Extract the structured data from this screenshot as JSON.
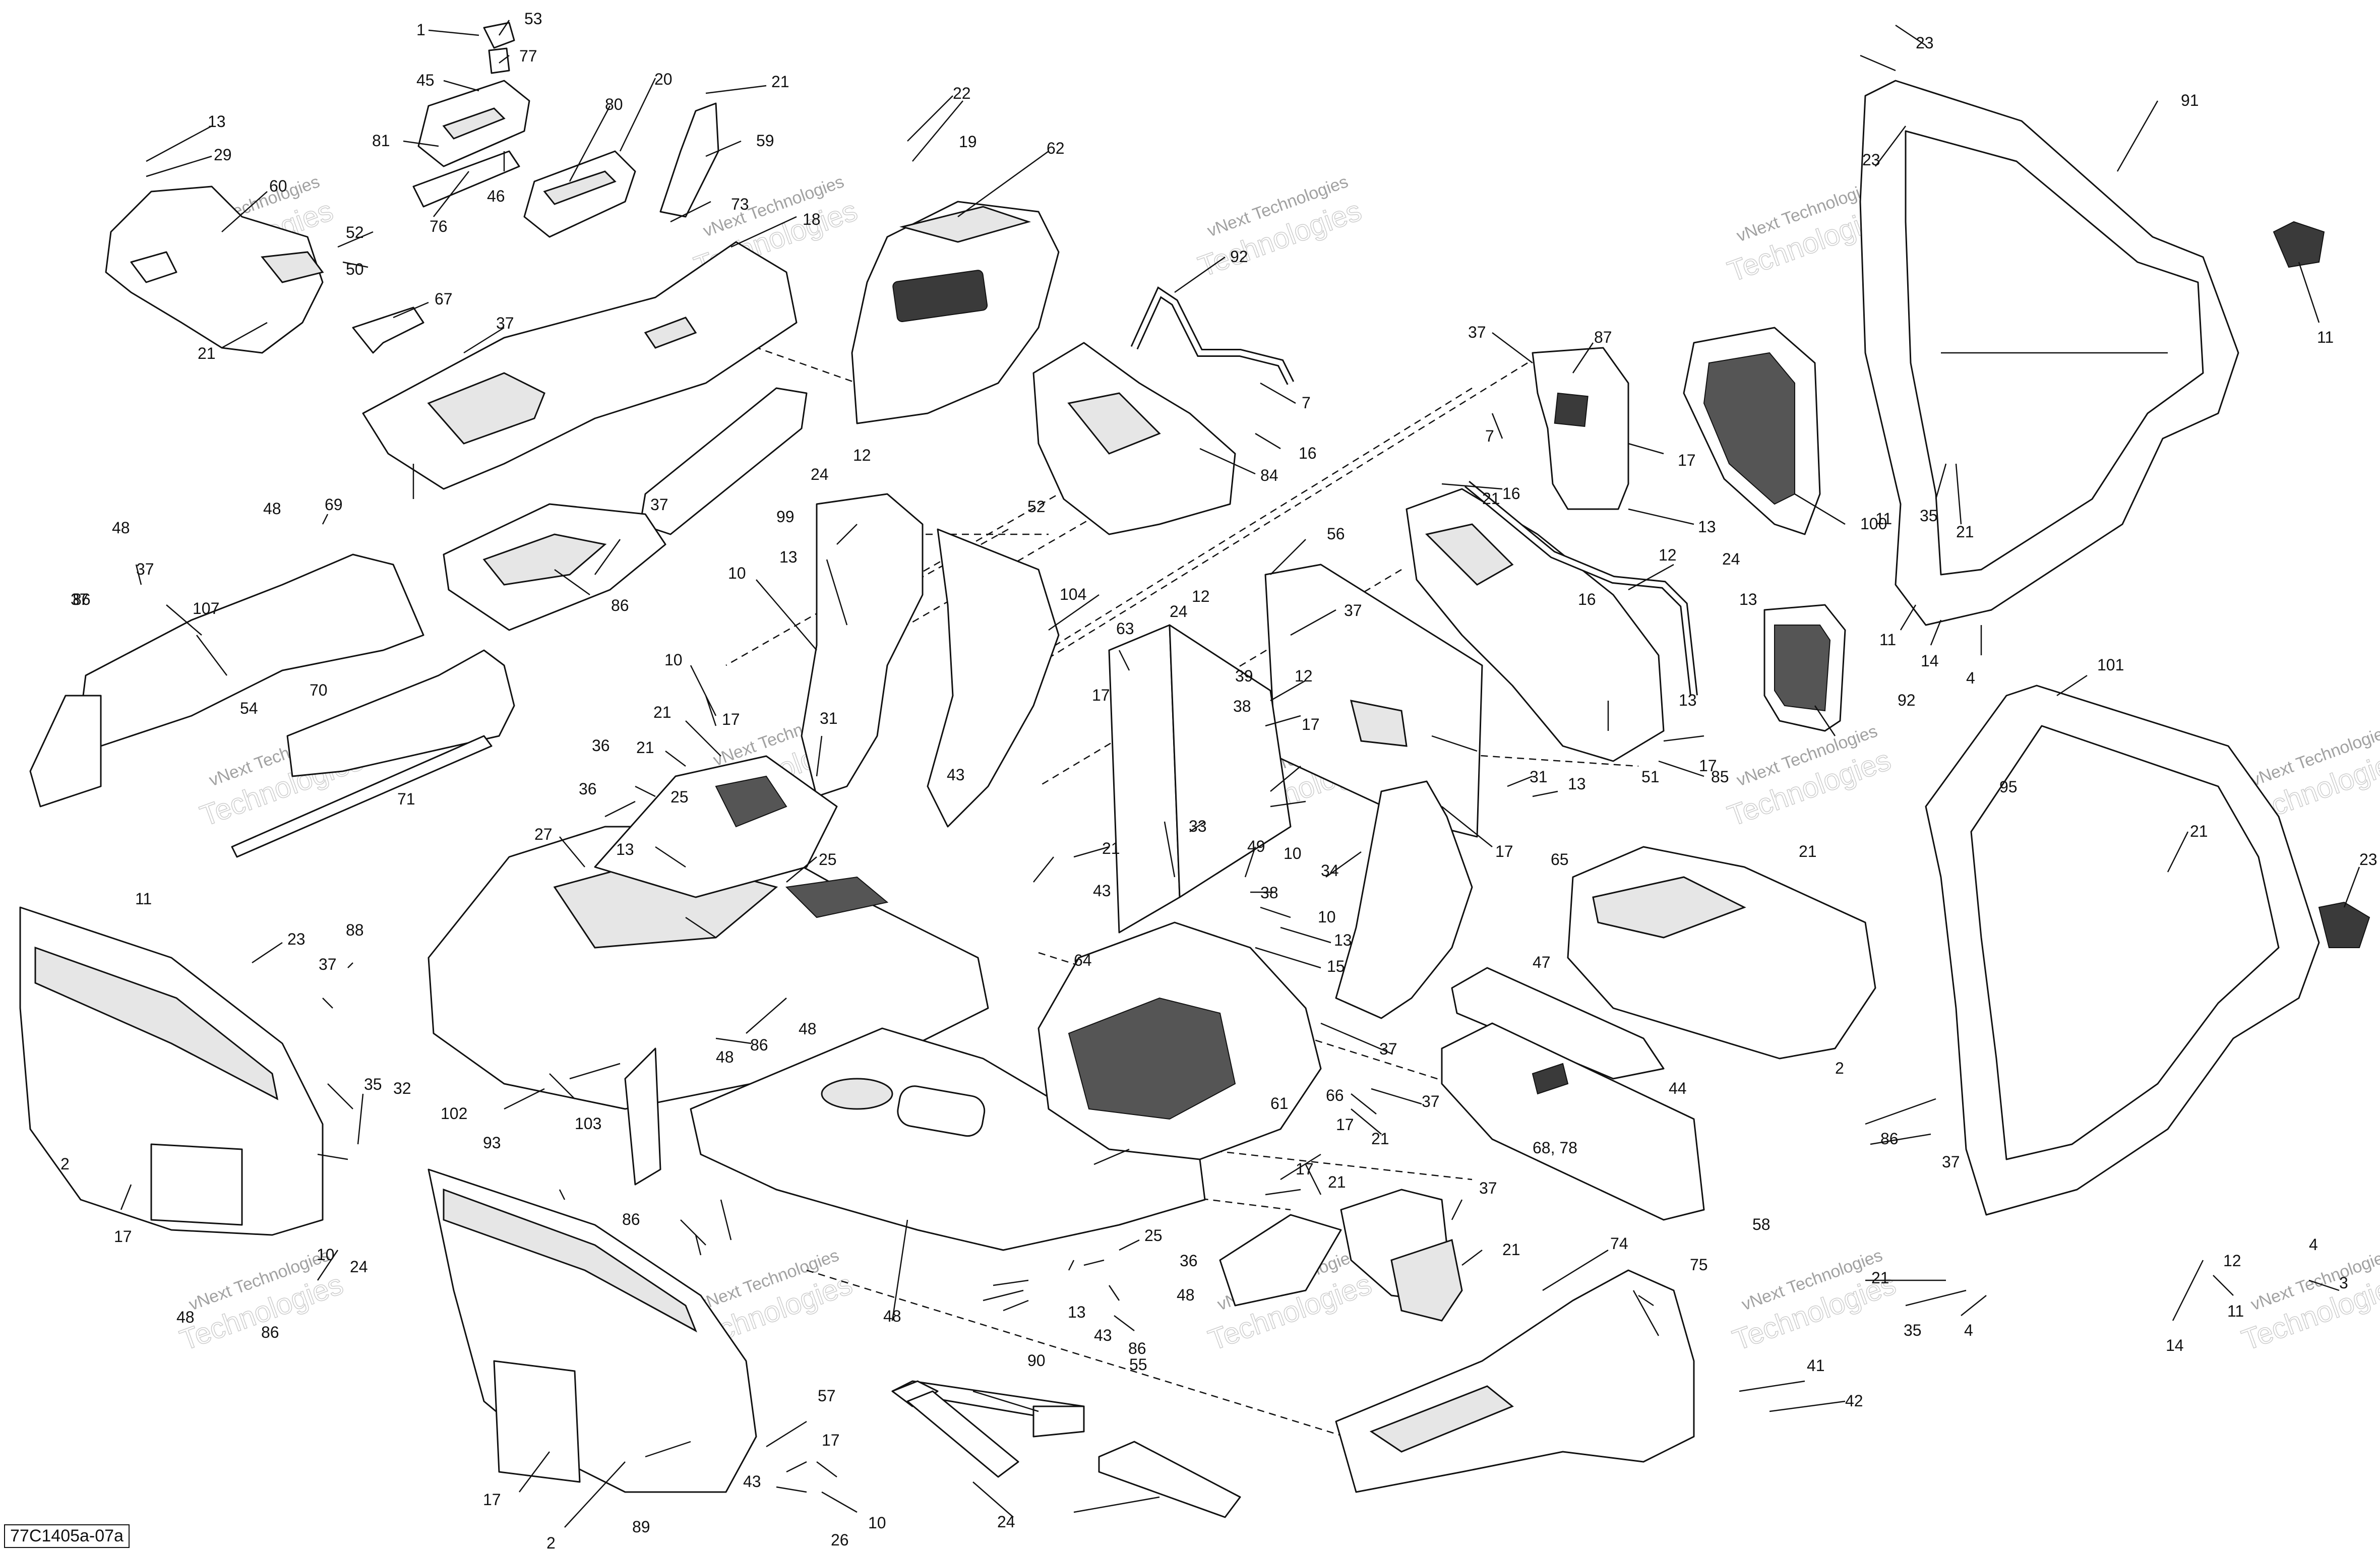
{
  "figure_code": "77C1405a-07a",
  "watermark": {
    "line1": "vNext Technologies",
    "line2": "Technologies"
  },
  "callouts": [
    "1",
    "53",
    "77",
    "45",
    "81",
    "80",
    "20",
    "21",
    "59",
    "76",
    "46",
    "13",
    "29",
    "60",
    "52",
    "50",
    "67",
    "21",
    "37",
    "73",
    "18",
    "22",
    "19",
    "62",
    "92",
    "7",
    "16",
    "84",
    "37",
    "87",
    "17",
    "13",
    "7",
    "16",
    "100",
    "91",
    "23",
    "23",
    "11",
    "35",
    "21",
    "11",
    "14",
    "4",
    "86",
    "48",
    "37",
    "107",
    "69",
    "37",
    "86",
    "48",
    "37",
    "54",
    "70",
    "71",
    "24",
    "12",
    "99",
    "13",
    "10",
    "52",
    "104",
    "63",
    "24",
    "12",
    "56",
    "37",
    "39",
    "38",
    "12",
    "17",
    "17",
    "31",
    "13",
    "10",
    "21",
    "36",
    "21",
    "36",
    "17",
    "31",
    "25",
    "27",
    "13",
    "25",
    "43",
    "21",
    "33",
    "49",
    "10",
    "38",
    "10",
    "13",
    "15",
    "34",
    "17",
    "24",
    "51",
    "92",
    "85",
    "101",
    "21",
    "23",
    "95",
    "11",
    "23",
    "88",
    "37",
    "32",
    "35",
    "2",
    "17",
    "24",
    "10",
    "48",
    "86",
    "102",
    "93",
    "86",
    "48",
    "103",
    "86",
    "48",
    "43",
    "64",
    "37",
    "21",
    "65",
    "47",
    "2",
    "44",
    "58",
    "68, 78",
    "61",
    "66",
    "37",
    "17",
    "21",
    "17",
    "21",
    "25",
    "36",
    "37",
    "21",
    "74",
    "75",
    "48",
    "55",
    "13",
    "43",
    "86",
    "48",
    "43",
    "57",
    "17",
    "10",
    "26",
    "2",
    "17",
    "89",
    "90",
    "24",
    "41",
    "42",
    "86",
    "37",
    "21",
    "35",
    "4",
    "14",
    "11",
    "3",
    "12",
    "4",
    "11",
    "13",
    "12",
    "16",
    "13",
    "21",
    "17",
    "7",
    "21"
  ]
}
